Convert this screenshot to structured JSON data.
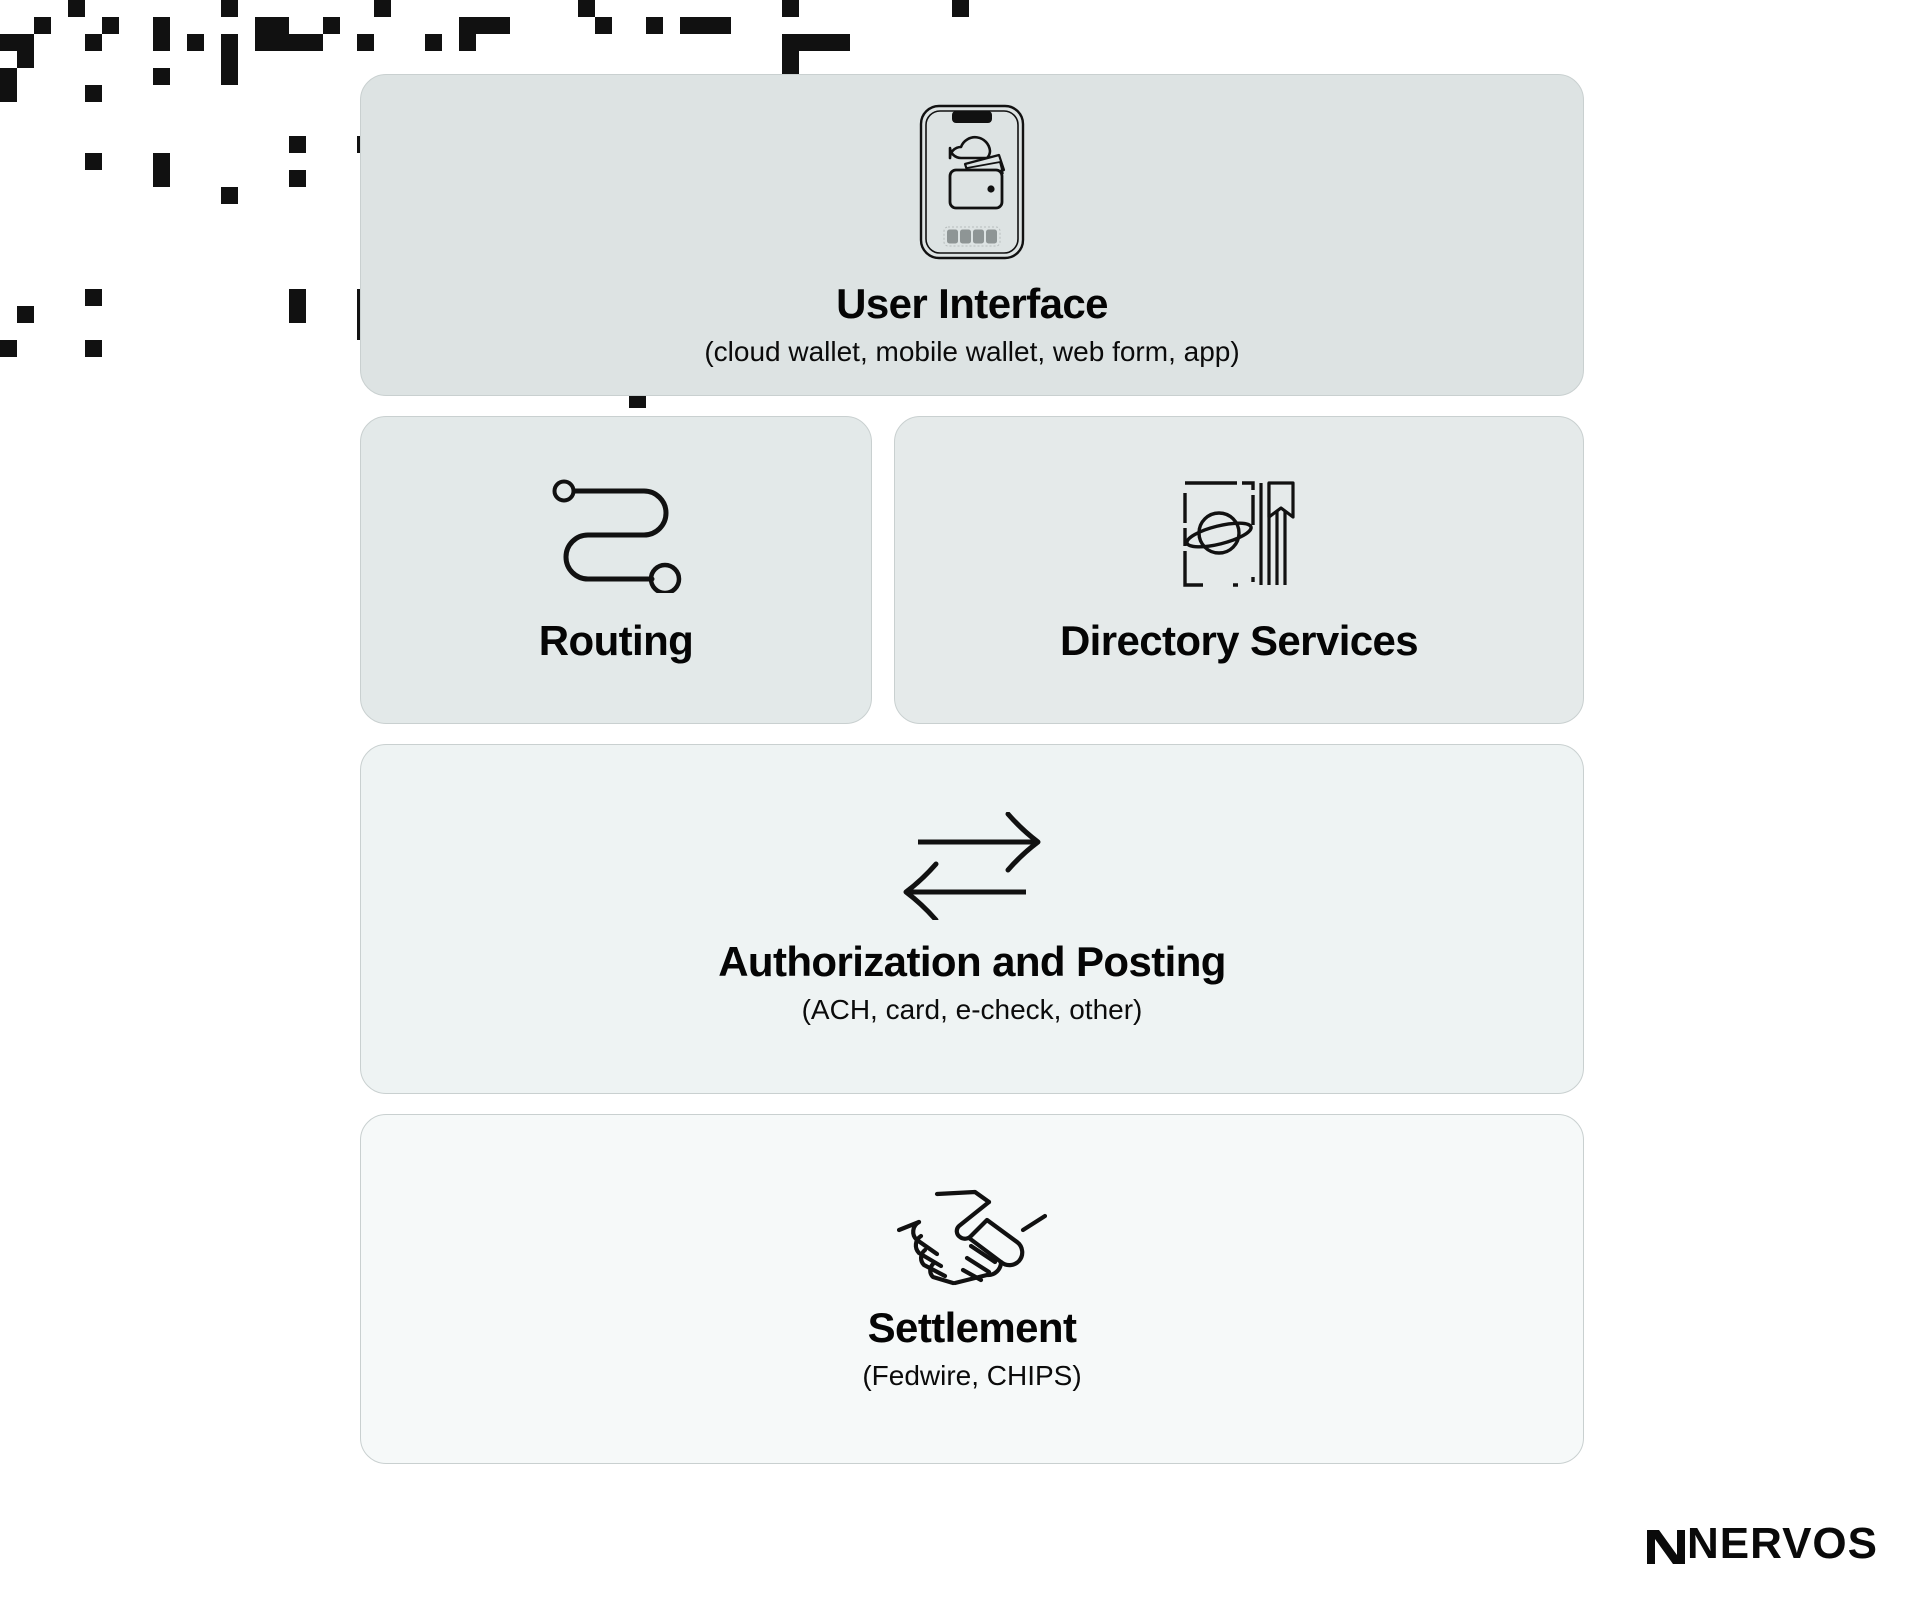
{
  "brand": {
    "name": "NERVOS",
    "logo_icon": "nervos-n-mark"
  },
  "colors": {
    "background": "#ffffff",
    "card_top": "#dde3e3",
    "card_mid": "#e4eaea",
    "card_low": "#eef3f3",
    "card_bottom": "#f6f9f9",
    "card_border": "#c9d0d0",
    "ink": "#050505",
    "pixel": "#111111"
  },
  "decoration": {
    "name": "pixel-map-pattern",
    "cell": 17,
    "cells": [
      [
        4,
        0
      ],
      [
        13,
        0
      ],
      [
        22,
        0
      ],
      [
        28,
        1
      ],
      [
        34,
        0
      ],
      [
        46,
        0
      ],
      [
        35,
        1
      ],
      [
        38,
        1
      ],
      [
        2,
        1
      ],
      [
        6,
        1
      ],
      [
        9,
        1
      ],
      [
        15,
        1
      ],
      [
        16,
        1
      ],
      [
        19,
        1
      ],
      [
        27,
        1
      ],
      [
        29,
        1
      ],
      [
        40,
        1
      ],
      [
        41,
        1
      ],
      [
        42,
        1
      ],
      [
        1,
        2
      ],
      [
        5,
        2
      ],
      [
        11,
        2
      ],
      [
        13,
        2
      ],
      [
        15,
        2
      ],
      [
        16,
        2
      ],
      [
        17,
        2
      ],
      [
        18,
        2
      ],
      [
        27,
        2
      ],
      [
        48,
        2
      ],
      [
        49,
        2
      ],
      [
        56,
        0
      ],
      [
        0,
        2
      ],
      [
        9,
        2
      ],
      [
        21,
        2
      ],
      [
        25,
        2
      ],
      [
        46,
        2
      ],
      [
        47,
        2
      ],
      [
        1,
        3
      ],
      [
        13,
        3
      ],
      [
        46,
        3
      ],
      [
        0,
        4
      ],
      [
        9,
        4
      ],
      [
        13,
        4
      ],
      [
        46,
        4
      ],
      [
        0,
        5
      ],
      [
        5,
        5
      ],
      [
        46,
        5
      ],
      [
        17,
        8
      ],
      [
        21,
        8
      ],
      [
        5,
        9
      ],
      [
        9,
        9
      ],
      [
        9,
        10
      ],
      [
        17,
        10
      ],
      [
        49,
        10
      ],
      [
        13,
        11
      ],
      [
        46,
        11
      ],
      [
        39,
        14
      ],
      [
        42,
        14
      ],
      [
        39,
        15
      ],
      [
        46,
        15
      ],
      [
        39,
        16
      ],
      [
        5,
        17
      ],
      [
        17,
        17
      ],
      [
        21,
        17
      ],
      [
        46,
        17
      ],
      [
        49,
        17
      ],
      [
        1,
        18
      ],
      [
        17,
        18
      ],
      [
        21,
        18
      ],
      [
        21,
        19
      ],
      [
        0,
        20
      ],
      [
        5,
        20
      ],
      [
        29,
        20
      ],
      [
        33,
        20
      ],
      [
        37,
        20
      ],
      [
        41,
        20
      ],
      [
        29,
        21
      ],
      [
        45,
        21
      ],
      [
        29,
        22
      ],
      [
        33,
        22
      ],
      [
        37,
        22
      ],
      [
        41,
        22
      ],
      [
        37,
        23
      ]
    ]
  },
  "diagram": {
    "type": "layered-stack",
    "layers": [
      {
        "id": "user-interface",
        "title": "User Interface",
        "subtitle": "(cloud wallet, mobile wallet, web form, app)",
        "icon": "mobile-cloud-wallet-icon",
        "span": "full"
      },
      {
        "id": "routing",
        "title": "Routing",
        "subtitle": "",
        "icon": "routing-path-icon",
        "span": "half-left"
      },
      {
        "id": "directory-services",
        "title": "Directory Services",
        "subtitle": "",
        "icon": "directory-book-planet-icon",
        "span": "half-right"
      },
      {
        "id": "authorization-and-posting",
        "title": "Authorization and Posting",
        "subtitle": "(ACH, card, e-check, other)",
        "icon": "bidirectional-arrows-icon",
        "span": "full"
      },
      {
        "id": "settlement",
        "title": "Settlement",
        "subtitle": "(Fedwire, CHIPS)",
        "icon": "handshake-icon",
        "span": "full"
      }
    ]
  }
}
